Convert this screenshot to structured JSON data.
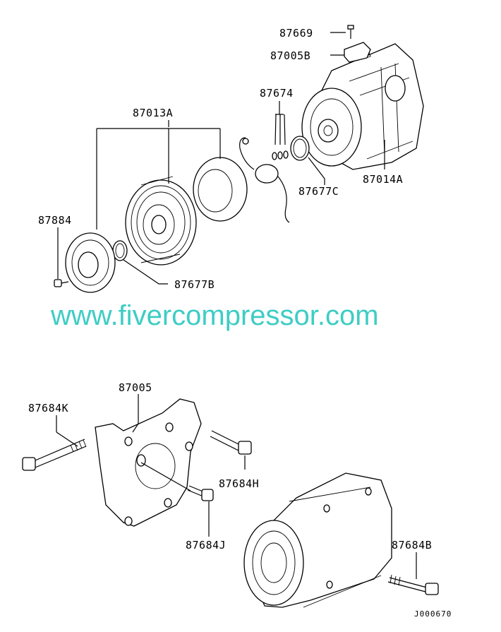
{
  "watermark": "www.fivercompressor.com",
  "drawing_code": "J000670",
  "labels": {
    "p87669": "87669",
    "p87005B": "87005B",
    "p87674": "87674",
    "p87013A": "87013A",
    "p87677C": "87677C",
    "p87014A": "87014A",
    "p87884": "87884",
    "p87677B": "87677B",
    "p87005": "87005",
    "p87684K": "87684K",
    "p87684H": "87684H",
    "p87684J": "87684J",
    "p87684B": "87684B"
  },
  "colors": {
    "watermark": "#3ecdc4",
    "line": "#000000"
  }
}
